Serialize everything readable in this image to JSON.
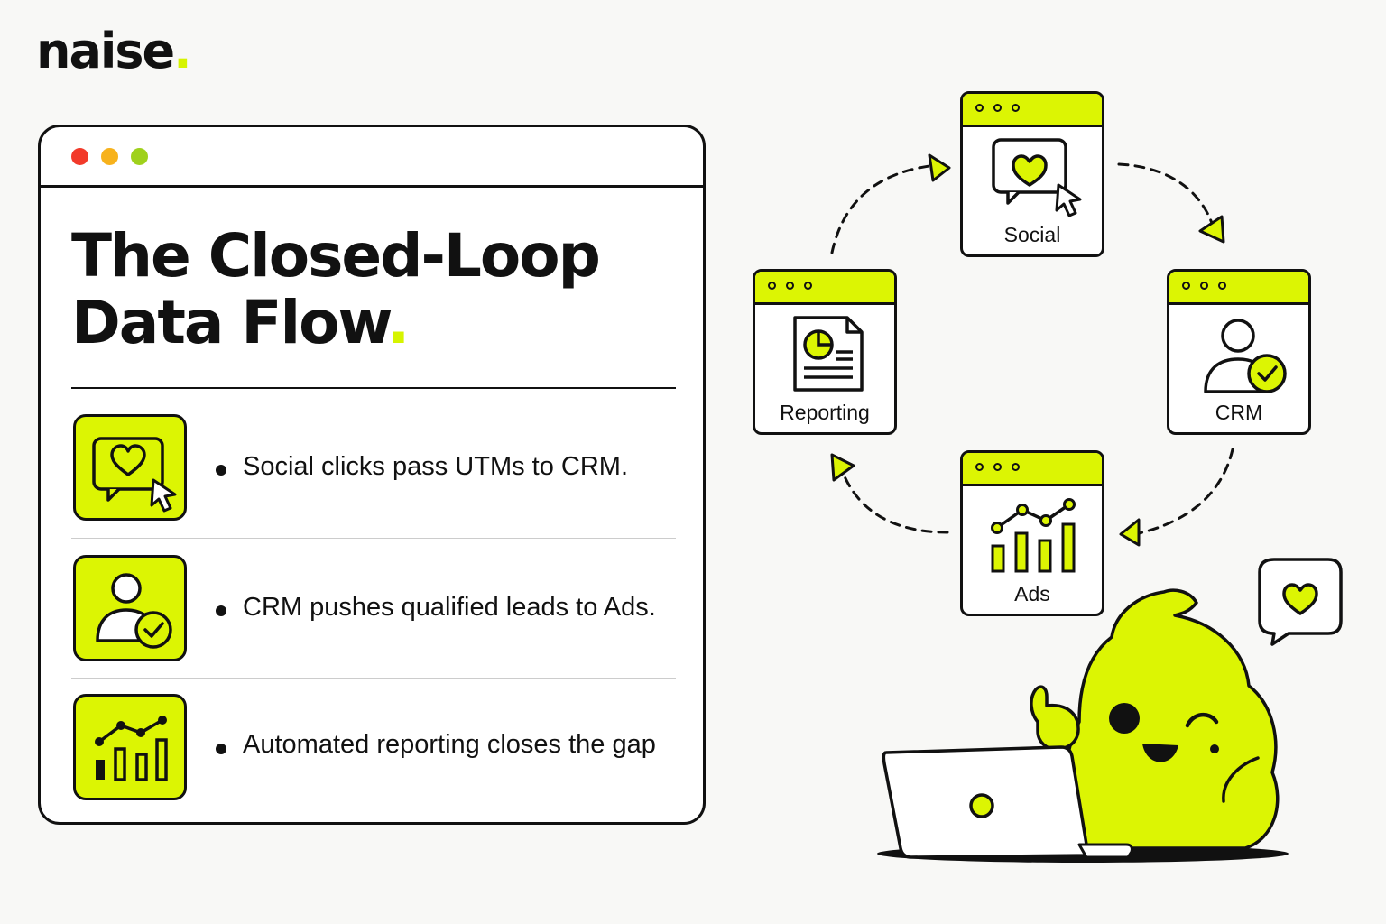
{
  "brand": {
    "name": "naise",
    "dot": "."
  },
  "card": {
    "title_line1": "The Closed-Loop",
    "title_line2": "Data Flow",
    "title_dot": ".",
    "items": [
      {
        "icon": "social-click-icon",
        "text": "Social clicks pass UTMs to CRM."
      },
      {
        "icon": "crm-user-check-icon",
        "text": "CRM pushes qualified leads to Ads."
      },
      {
        "icon": "bar-chart-trend-icon",
        "text": "Automated reporting closes the gap"
      }
    ]
  },
  "loop": {
    "nodes": [
      {
        "label": "Social",
        "icon": "social-click-icon"
      },
      {
        "label": "CRM",
        "icon": "crm-user-check-icon"
      },
      {
        "label": "Ads",
        "icon": "bar-chart-trend-icon"
      },
      {
        "label": "Reporting",
        "icon": "report-document-icon"
      }
    ],
    "direction": "clockwise"
  },
  "colors": {
    "accent": "#dcf503",
    "ink": "#111111",
    "background": "#f8f8f6"
  }
}
